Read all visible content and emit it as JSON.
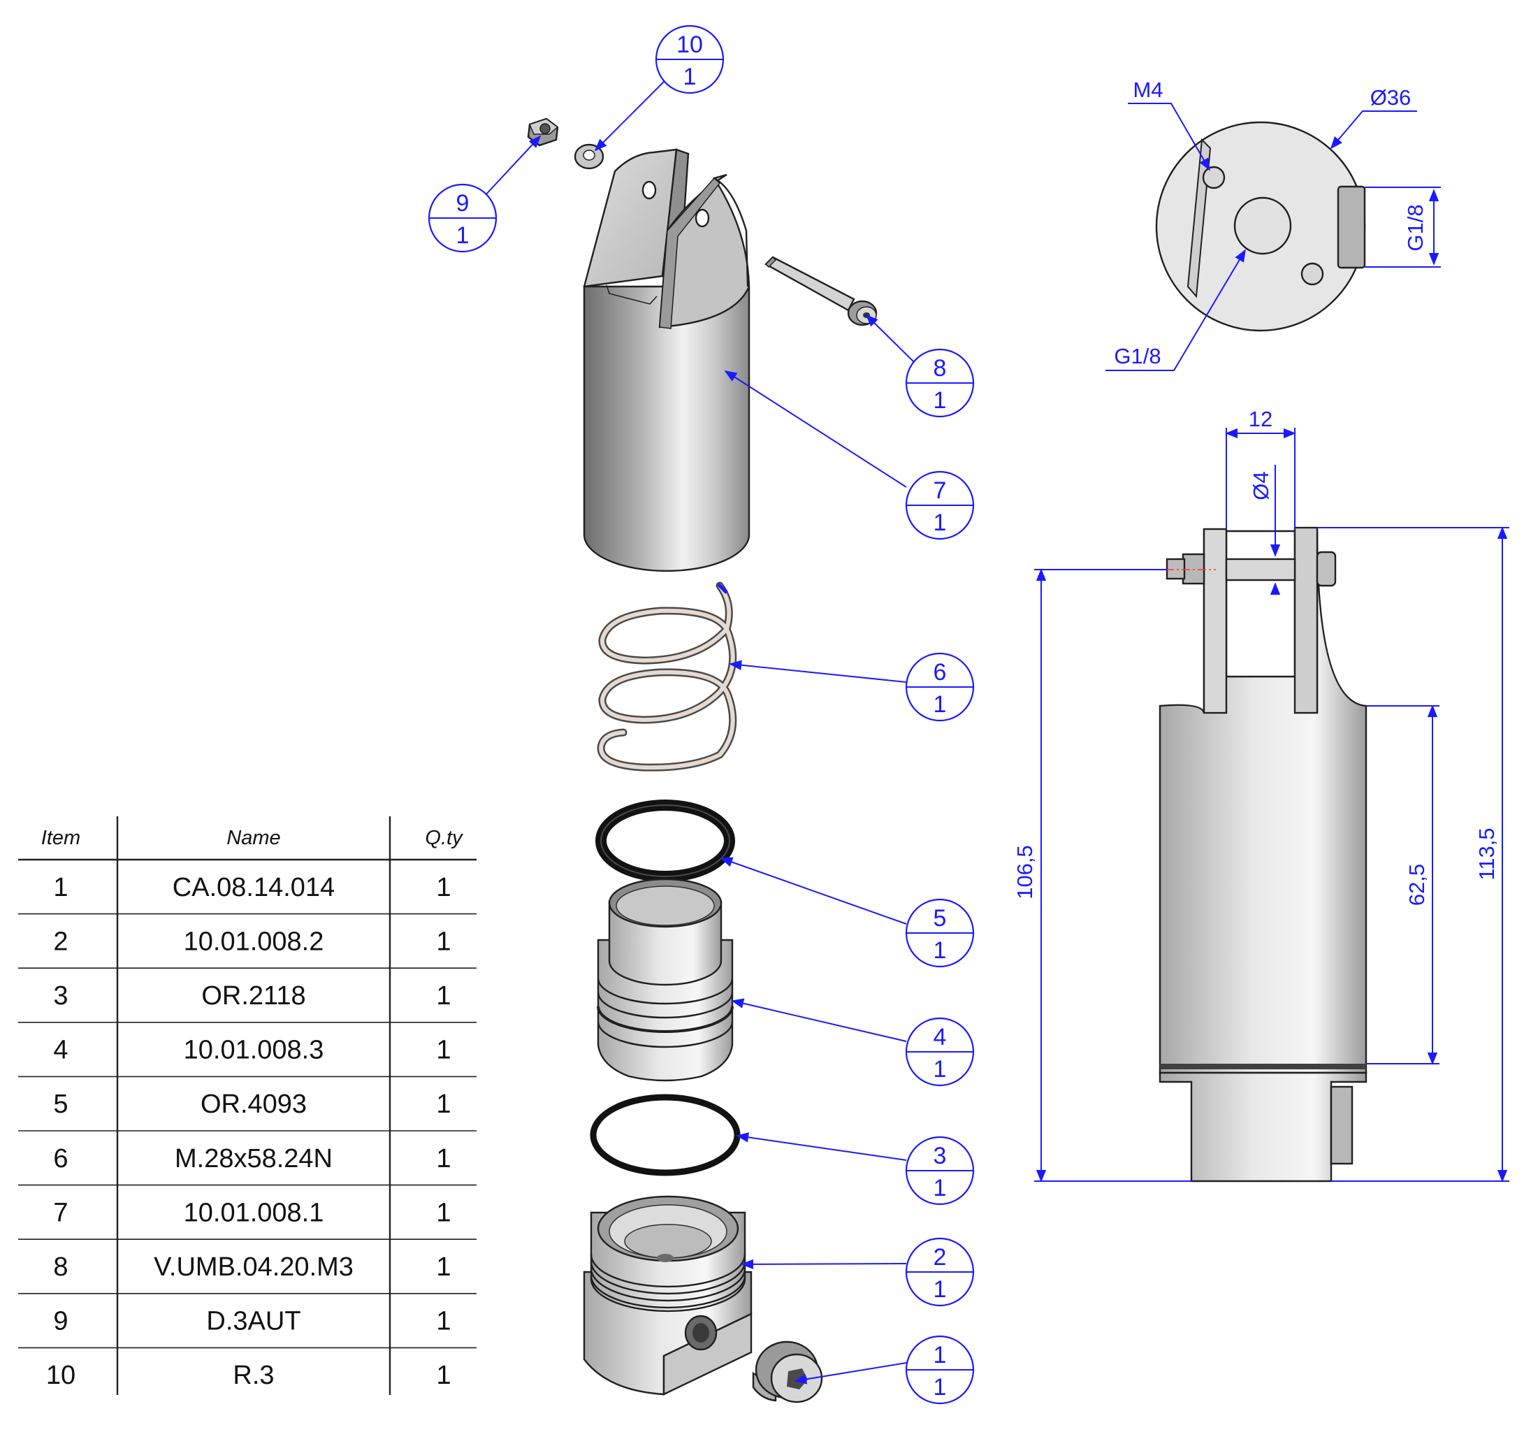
{
  "bom": {
    "headers": [
      "Item",
      "Name",
      "Q.ty"
    ],
    "rows": [
      {
        "item": "1",
        "name": "CA.08.14.014",
        "qty": "1"
      },
      {
        "item": "2",
        "name": "10.01.008.2",
        "qty": "1"
      },
      {
        "item": "3",
        "name": "OR.2118",
        "qty": "1"
      },
      {
        "item": "4",
        "name": "10.01.008.3",
        "qty": "1"
      },
      {
        "item": "5",
        "name": "OR.4093",
        "qty": "1"
      },
      {
        "item": "6",
        "name": "M.28x58.24N",
        "qty": "1"
      },
      {
        "item": "7",
        "name": "10.01.008.1",
        "qty": "1"
      },
      {
        "item": "8",
        "name": "V.UMB.04.20.M3",
        "qty": "1"
      },
      {
        "item": "9",
        "name": "D.3AUT",
        "qty": "1"
      },
      {
        "item": "10",
        "name": "R.3",
        "qty": "1"
      }
    ]
  },
  "balloons": [
    {
      "item": "10",
      "qty": "1"
    },
    {
      "item": "9",
      "qty": "1"
    },
    {
      "item": "8",
      "qty": "1"
    },
    {
      "item": "7",
      "qty": "1"
    },
    {
      "item": "6",
      "qty": "1"
    },
    {
      "item": "5",
      "qty": "1"
    },
    {
      "item": "4",
      "qty": "1"
    },
    {
      "item": "3",
      "qty": "1"
    },
    {
      "item": "2",
      "qty": "1"
    },
    {
      "item": "1",
      "qty": "1"
    }
  ],
  "top_view": {
    "callouts": {
      "tapped_hole": "M4",
      "outer_diameter": "Ø36",
      "side_port": "G1/8",
      "center_port": "G1/8"
    }
  },
  "front_view": {
    "dimensions": {
      "clevis_width": "12",
      "pin_diameter": "Ø4",
      "pin_to_bottom": "106,5",
      "body_length": "62,5",
      "overall_height": "113,5"
    }
  },
  "colors": {
    "annotation_blue": "#1a1aff",
    "metal_light": "#e8e8e8",
    "metal_mid": "#b4b4b4",
    "metal_dark": "#6e6e6e",
    "outline": "#202020",
    "oring": "#121212"
  }
}
